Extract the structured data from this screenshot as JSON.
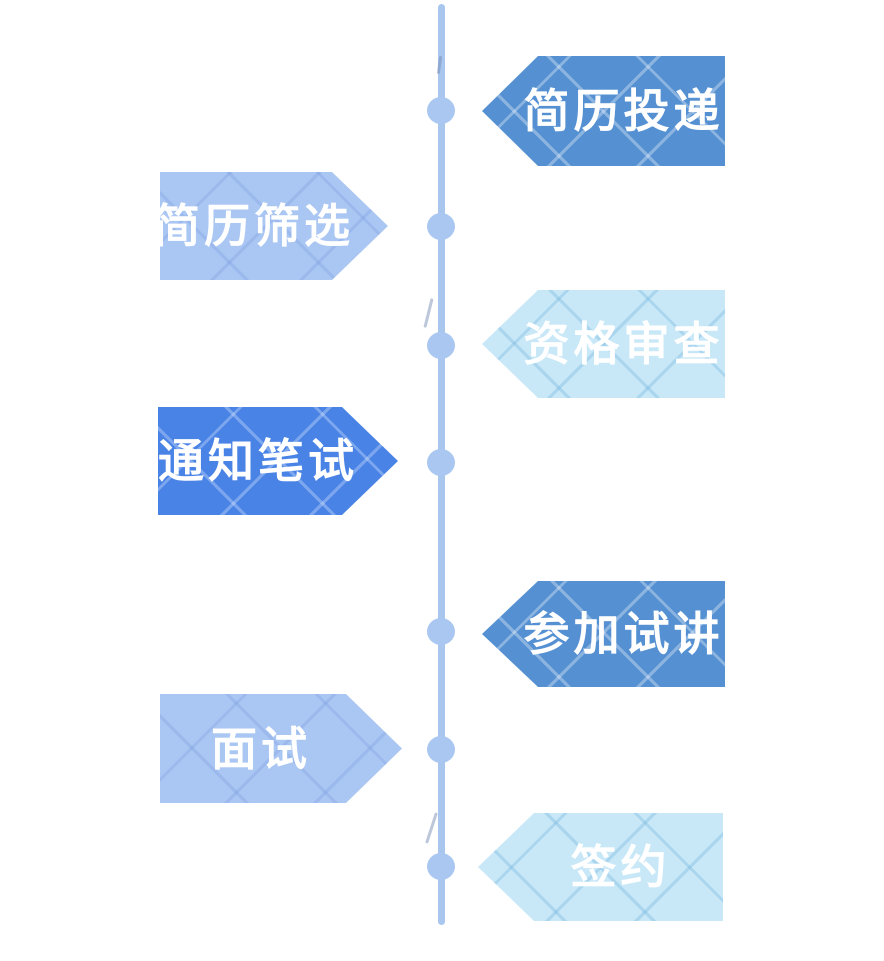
{
  "palette": {
    "background": "#ffffff",
    "line": "#a9c6ee",
    "dot": "#a9c7f0",
    "text": "#ffffff"
  },
  "flow": {
    "steps": [
      {
        "label": "简历投递",
        "side": "right",
        "fill": "#5591d2",
        "pattern_line": "#ffffff52"
      },
      {
        "label": "简历筛选",
        "side": "left",
        "fill": "#aac6f2",
        "pattern_line": "#7d9fe055"
      },
      {
        "label": "资格审查",
        "side": "right",
        "fill": "#c8e8f8",
        "pattern_line": "#7cb9de66"
      },
      {
        "label": "通知笔试",
        "side": "left",
        "fill": "#4a83e6",
        "pattern_line": "#ffffff47"
      },
      {
        "label": "参加试讲",
        "side": "right",
        "fill": "#5591d2",
        "pattern_line": "#ffffff52"
      },
      {
        "label": "面试",
        "side": "left",
        "fill": "#aac6f2",
        "pattern_line": "#7d9fe055"
      },
      {
        "label": "签约",
        "side": "right",
        "fill": "#c8e8f8",
        "pattern_line": "#7cb9de66"
      }
    ]
  }
}
